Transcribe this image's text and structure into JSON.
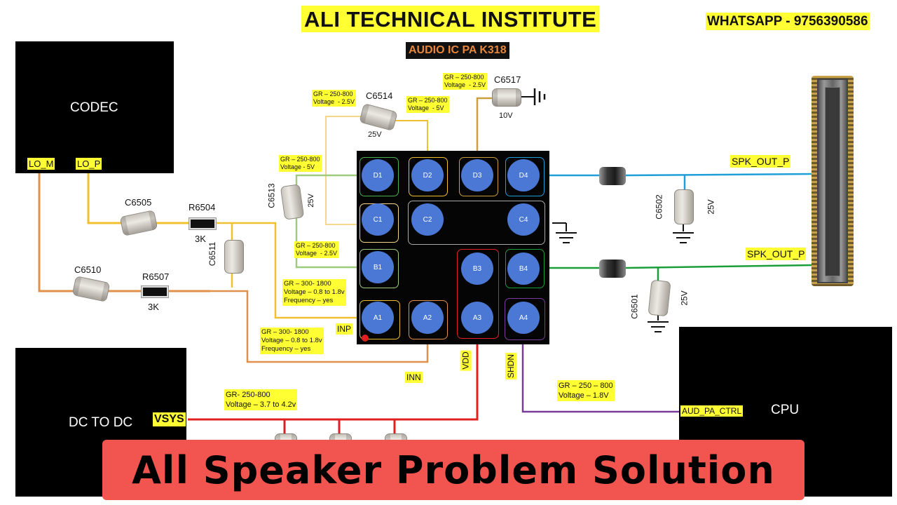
{
  "header": {
    "institute": "ALI TECHNICAL INSTITUTE",
    "contact": "WHATSAPP - 9756390586",
    "subtitle": "AUDIO IC PA K318"
  },
  "blocks": {
    "codec": "CODEC",
    "dc_to_dc": "DC TO DC",
    "cpu": "CPU"
  },
  "signals": {
    "lo_m": "LO_M",
    "lo_p": "LO_P",
    "inp": "INP",
    "inn": "INN",
    "vdd": "VDD",
    "shdn": "SHDN",
    "vsys": "VSYS",
    "aud_pa_ctrl": "AUD_PA_CTRL",
    "spk_out_p_top": "SPK_OUT_P",
    "spk_out_p_bottom": "SPK_OUT_P"
  },
  "components": {
    "c6505": "C6505",
    "r6504": "R6504",
    "r6504_value": "3K",
    "c6510": "C6510",
    "r6507": "R6507",
    "r6507_value": "3K",
    "c6511": "C6511",
    "c6513": "C6513",
    "c6513_voltage": "25V",
    "c6514": "C6514",
    "c6514_voltage": "25V",
    "c6517": "C6517",
    "c6517_voltage": "10V",
    "c6502": "C6502",
    "c6502_voltage": "25V",
    "c6501": "C6501",
    "c6501_voltage": "25V"
  },
  "pads": [
    "D1",
    "D2",
    "D3",
    "D4",
    "C1",
    "C2",
    "C4",
    "B1",
    "B3",
    "B4",
    "A1",
    "A2",
    "A3",
    "A4"
  ],
  "notes": {
    "c6514_left": "GR – 250-800\nVoltage  - 2.5V",
    "c6514_right": "GR – 250-800\nVoltage  - 5V",
    "c6517": "GR – 250-800\nVoltage  - 2.5V",
    "c6513_top": "GR – 250-800\nVoltage - 5V",
    "c6513_bottom": "GR – 250-800\nVoltage  - 2.5V",
    "inp": "GR – 300- 1800\nVoltage – 0.8 to 1.8v\nFrequency – yes",
    "inn": "GR – 300- 1800\nVoltage – 0.8 to 1.8v\nFrequency – yes",
    "vsys": "GR- 250-800\nVoltage – 3.7 to 4.2v",
    "shdn": "GR – 250 – 800\nVoltage – 1.8V"
  },
  "banner": "All Speaker Problem Solution",
  "colors": {
    "title_bg": "#ffff33",
    "subtitle_bg": "#111111",
    "subtitle_text": "#e8873a",
    "banner_bg": "#f2554f",
    "pad_blue": "#4a78d4",
    "trace_yellow": "#f0c030",
    "trace_orange": "#e0904a",
    "trace_green": "#9ccc7c",
    "trace_red": "#e02020",
    "trace_purple": "#7a3a9a",
    "trace_cyan": "#1e9fd8",
    "trace_darkgreen": "#1a9e3a"
  }
}
